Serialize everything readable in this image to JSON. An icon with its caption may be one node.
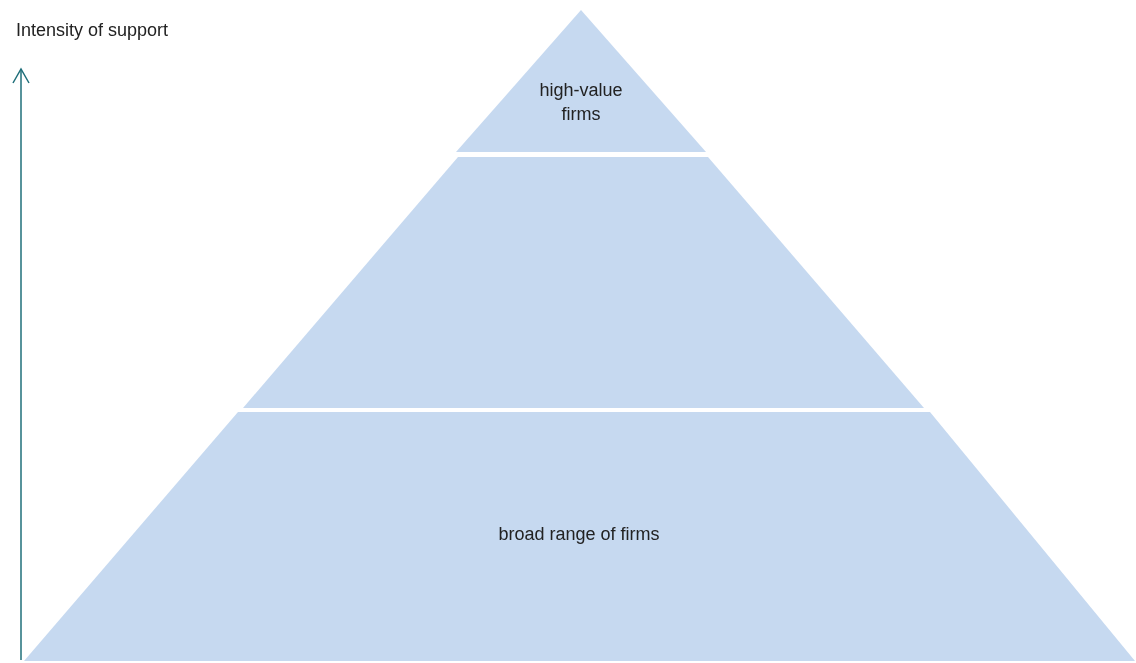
{
  "diagram": {
    "nodes": [
      {
        "text": [
          "high-value firms"
        ]
      },
      {
        "text": [],
        "shape": "trapezoid"
      },
      {
        "text": [
          "broad range of firms"
        ]
      }
    ],
    "labels": [
      "Intensity of support"
    ]
  }
}
